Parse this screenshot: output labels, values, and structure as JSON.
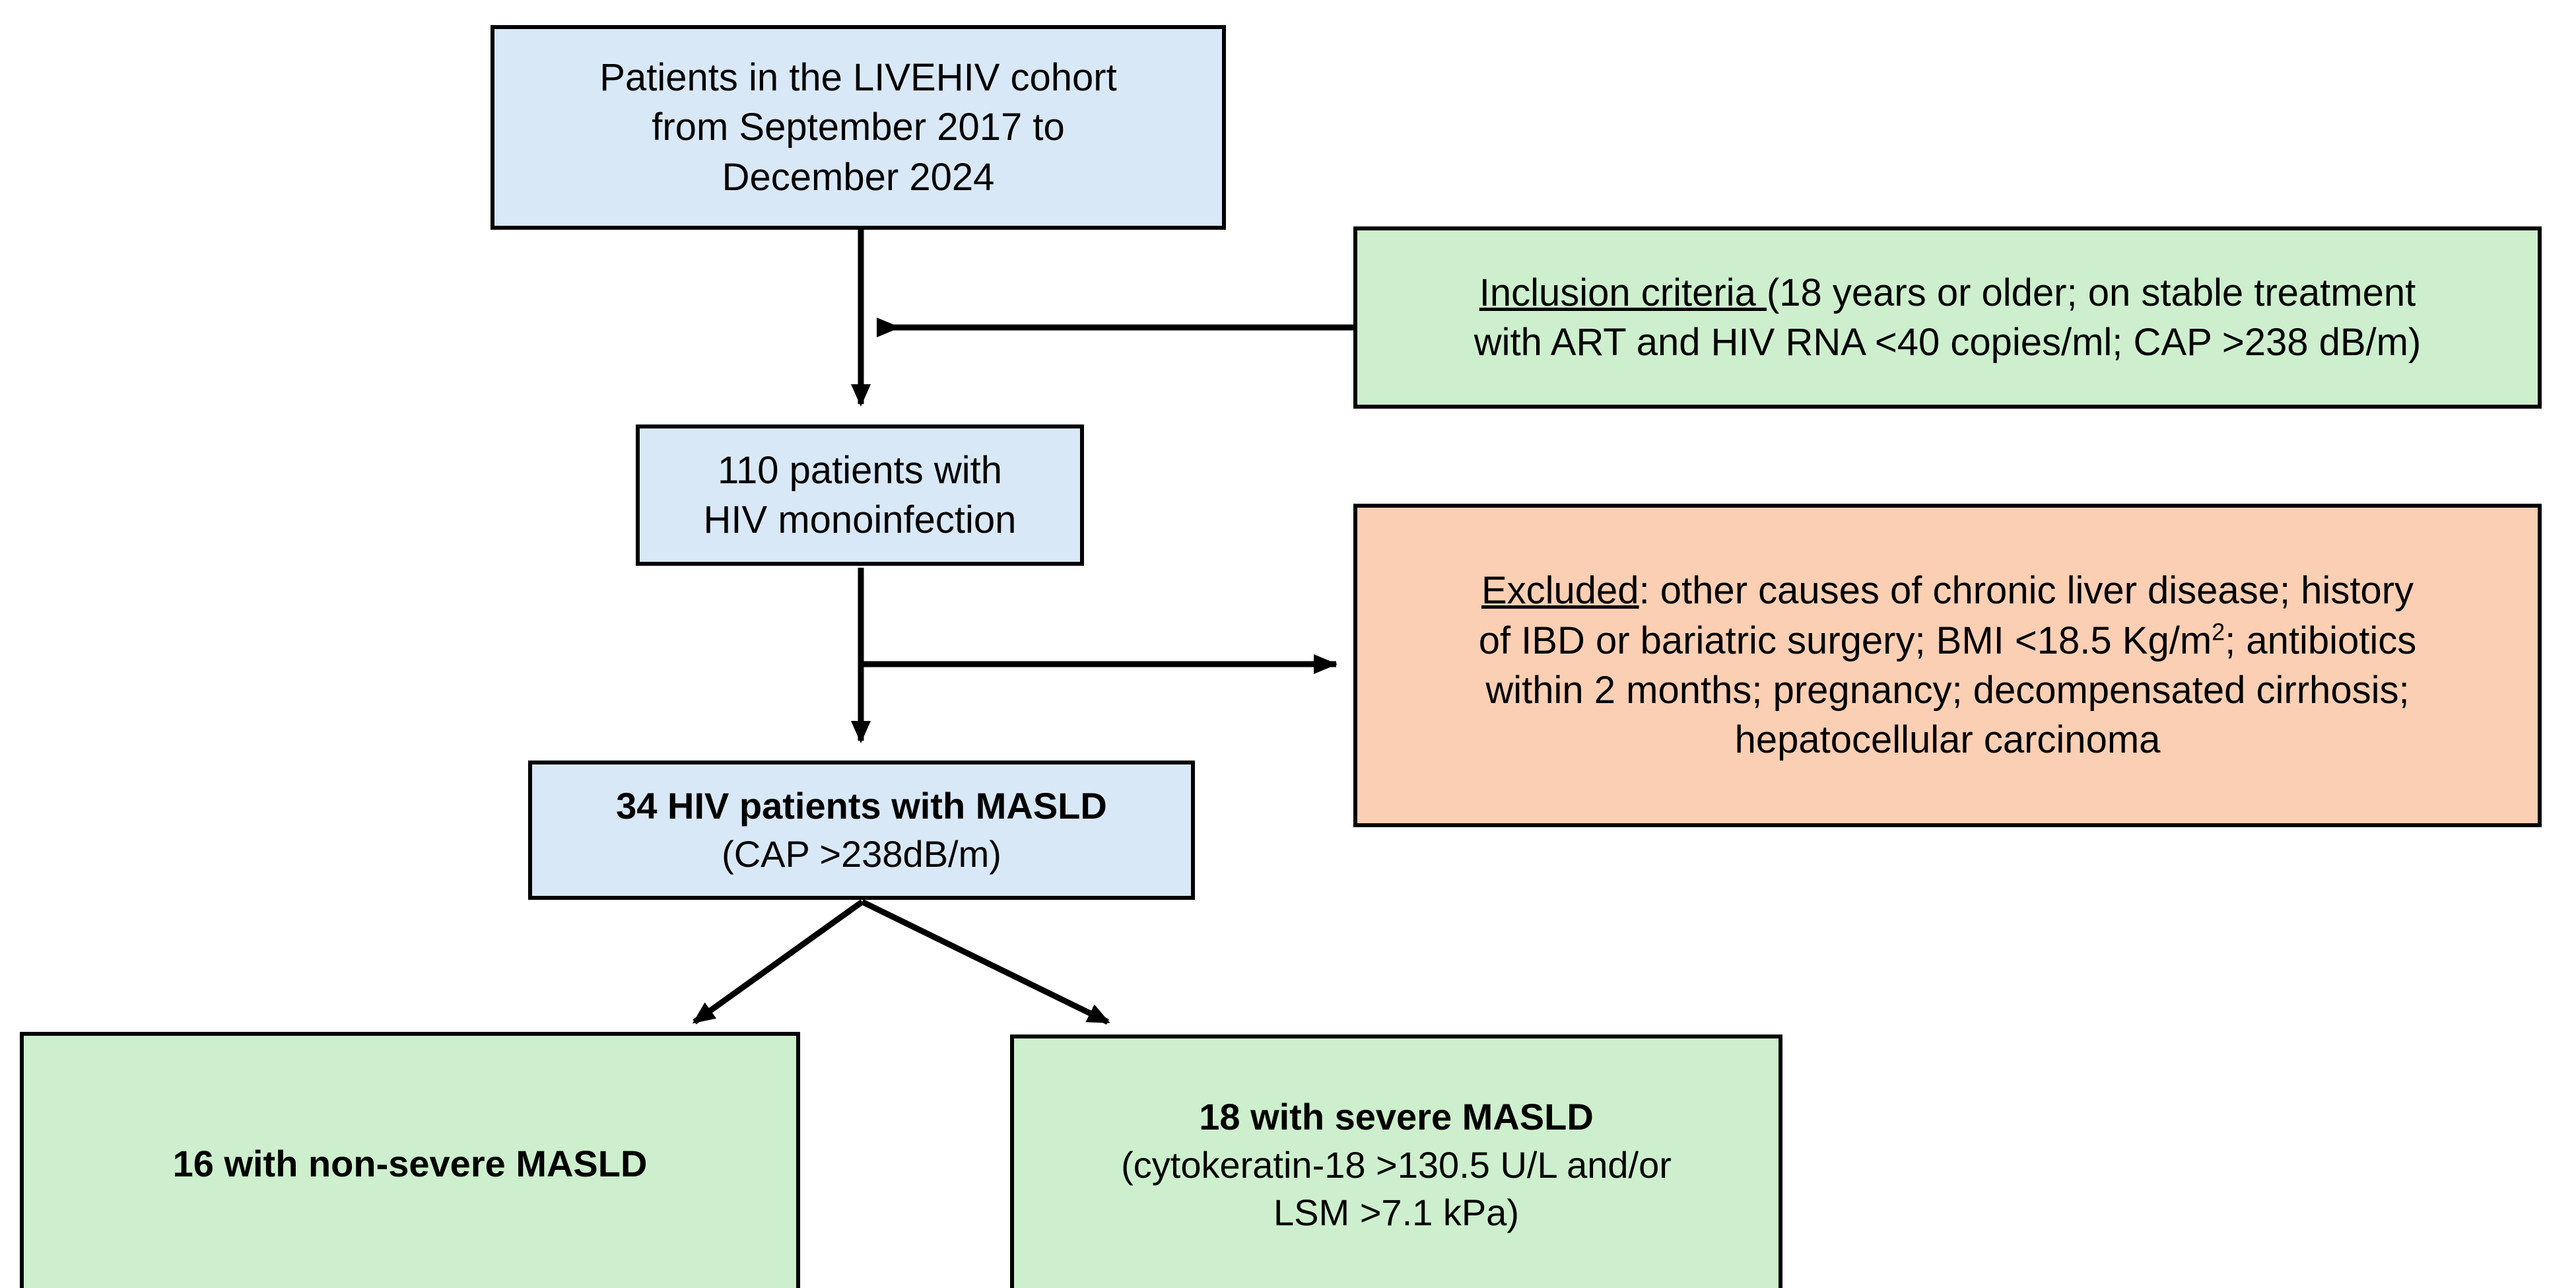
{
  "diagram": {
    "title_text": "",
    "colors": {
      "blue_fill": "#d9e8f7",
      "green_fill": "#cdefcd",
      "peach_fill": "#fbcfb3",
      "stroke": "#000000",
      "background": "#ffffff"
    },
    "nodes": {
      "cohort": {
        "line1": "Patients in the LIVEHIV cohort",
        "line2": "from September 2017 to",
        "line3": "December 2024"
      },
      "inclusion": {
        "label": "Inclusion criteria ",
        "line1_rest": "(18 years or older; on stable treatment",
        "line2": "with ART and HIV RNA <40 copies/ml; CAP >238 dB/m)"
      },
      "monoinfection": {
        "line1": "110 patients with",
        "line2": "HIV monoinfection"
      },
      "excluded": {
        "label": "Excluded",
        "line1_rest": ": other causes of chronic liver disease; history",
        "line2_a": "of IBD or bariatric surgery; BMI <18.5 Kg/m",
        "line2_sup": "2",
        "line2_b": "; antibiotics",
        "line3": "within 2 months; pregnancy; decompensated cirrhosis;",
        "line4": "hepatocellular carcinoma"
      },
      "masld": {
        "line1": "34 HIV patients with MASLD",
        "line2": "(CAP >238dB/m)"
      },
      "nonsevere": {
        "line1": "16 with non-severe MASLD"
      },
      "severe": {
        "line1": "18 with severe MASLD",
        "line2": "(cytokeratin-18 >130.5 U/L and/or",
        "line3": "LSM >7.1 kPa)"
      }
    }
  }
}
